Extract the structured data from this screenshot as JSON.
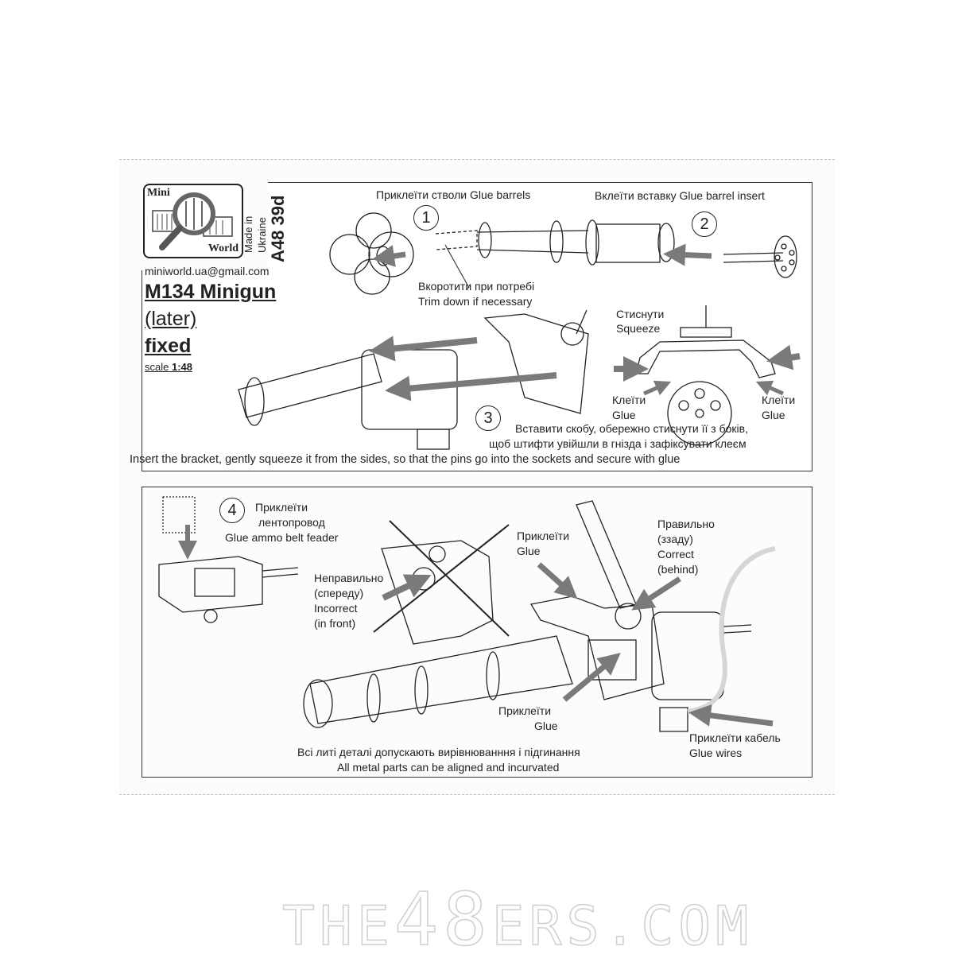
{
  "sheet": {
    "brand": {
      "logo_top": "Mini",
      "logo_bottom": "World",
      "made_in": "Made in",
      "country": "Ukraine",
      "code": "A48 39d",
      "email": "miniworld.ua@gmail.com"
    },
    "title": {
      "line1": "M134 Minigun",
      "line2": "(later)",
      "line3": "fixed",
      "scale_label": "scale",
      "scale_value": "1:48"
    },
    "panel1": {
      "step1": {
        "number": "1",
        "label": "Приклеїти стволи Glue barrels",
        "note_ua": "Вкоротити при потребі",
        "note_en": "Trim down if necessary"
      },
      "step2": {
        "number": "2",
        "label": "Вклеїти вставку Glue barrel insert"
      },
      "squeeze": {
        "ua": "Стиснути",
        "en": "Squeeze"
      },
      "glue_left": {
        "ua": "Клеїти",
        "en": "Glue"
      },
      "glue_right": {
        "ua": "Клеїти",
        "en": "Glue"
      },
      "step3": {
        "number": "3",
        "text_ua_1": "Вставити скобу, обережно стиснути її з боків,",
        "text_ua_2": "щоб штифти увійшли в гнізда і зафіксувати клеєм",
        "text_en": "Insert the bracket, gently squeeze it from the sides, so that the pins go into the sockets and secure with glue"
      }
    },
    "panel2": {
      "step4": {
        "number": "4",
        "label_ua_1": "Приклеїти",
        "label_ua_2": "лентопровод",
        "label_en": "Glue ammo belt feader"
      },
      "incorrect": {
        "ua_1": "Неправильно",
        "ua_2": "(спереду)",
        "en_1": "Incorrect",
        "en_2": "(in front)"
      },
      "glue_top": {
        "ua": "Приклеїти",
        "en": "Glue"
      },
      "correct": {
        "ua_1": "Правильно",
        "ua_2": "(ззаду)",
        "en_1": "Correct",
        "en_2": "(behind)"
      },
      "glue_bottom": {
        "ua": "Приклеїти",
        "en": "Glue"
      },
      "wires": {
        "ua": "Приклеїти кабель",
        "en": "Glue wires"
      },
      "note_ua": "Всі литі деталі допускають вирівнюванння і підгинання",
      "note_en": "All metal parts can be aligned and incurvated"
    }
  },
  "watermark": {
    "pre": "THE",
    "mid": "48",
    "post": "ERS.COM"
  },
  "colors": {
    "line": "#222222",
    "arrow": "#7a7a7a",
    "wire": "#d6d6d6",
    "watermark_stroke": "#cfcfcf"
  }
}
